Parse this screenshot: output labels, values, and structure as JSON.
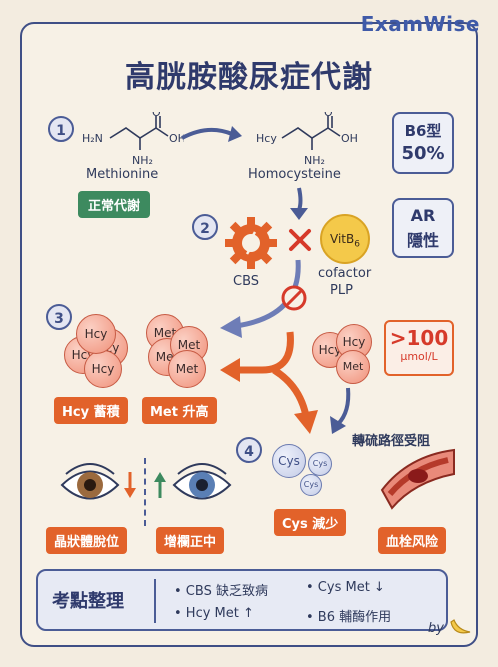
{
  "brand": "ExamWise",
  "title": "高胱胺酸尿症代謝",
  "steps": [
    "1",
    "2",
    "3",
    "4"
  ],
  "step1": {
    "methionine": {
      "label": "Methionine",
      "atoms": {
        "n": "H₂N",
        "o": "O",
        "oh": "OH",
        "nh": "NH₂"
      }
    },
    "homocysteine": {
      "label": "Homocysteine",
      "atoms": {
        "hcy": "Hcy",
        "o": "O",
        "oh": "OH",
        "nh": "NH₂"
      }
    },
    "normal_badge": "正常代謝"
  },
  "inheritance": {
    "type_label": "B6型",
    "type_percent": "50%",
    "ar": "AR",
    "recessive": "隱性"
  },
  "step2": {
    "enzyme": "CBS",
    "vitamin": "VitB",
    "vitamin_sub": "6",
    "cofactor": "cofactor",
    "cofactor_name": "PLP"
  },
  "step3": {
    "hcy_ball": "Hcy",
    "met_ball": "Met",
    "hcy_badge": "Hcy 蓄積",
    "met_badge": "Met 升高",
    "level_value": ">100",
    "level_unit": "μmol/L",
    "blocked_label": "轉硫路徑受阻"
  },
  "step4": {
    "cys_ball": "Cys",
    "cys_badge": "Cys 減少",
    "lens_badge": "晶狀體脫位",
    "height_badge": "增欄正中",
    "thrombo_badge": "血栓风险"
  },
  "summary": {
    "heading": "考點整理",
    "items": [
      "• CBS 缺乏致病",
      "• Cys Met ↓",
      "• Hcy Met ↑",
      "• B6 輔酶作用"
    ]
  },
  "credit": "by"
}
